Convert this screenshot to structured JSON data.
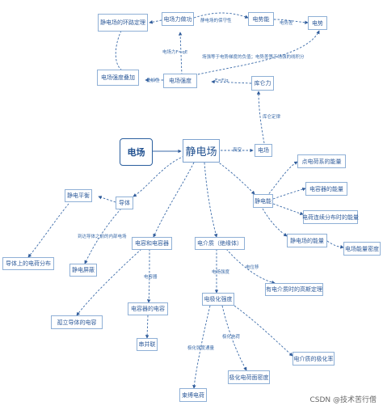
{
  "nodes": {
    "n1": "静电场的环路定理",
    "n2": "电场力做功",
    "n3": "电势能",
    "n4": "电势",
    "n5": "电场强度叠加",
    "n6": "电场强度",
    "n7": "库仑力",
    "n8": "电场",
    "n9": "电场",
    "n10": "静电场",
    "n11": "静电平衡",
    "n12": "导体",
    "n13": "导体上的电荷分布",
    "n14": "静电屏蔽",
    "n15": "电容和电容器",
    "n16": "孤立导体的电容",
    "n17": "电容器的电容",
    "n18": "串并联",
    "n19": "电介质（绝缘体）",
    "n20": "电极化强度",
    "n21": "有电介质时的高斯定理",
    "n22": "束缚电荷",
    "n23": "极化电荷面密度",
    "n24": "电介质的极化率",
    "n25": "静电能",
    "n26": "点电荷系的能量",
    "n27": "电容器的能量",
    "n28": "电荷连续分布时的能量",
    "n29": "静电场的能量",
    "n30": "电场能量密度"
  },
  "edge_labels": {
    "e1": "静电场的保守性",
    "e2": "电场力F=qE",
    "e3": "电势差",
    "e4": "场强等于电势梯度的负值；电势差等于场强的线积分",
    "e5": "叠加性",
    "e6": "E=F/q",
    "e7": "库仑定律",
    "e8": "真空",
    "e9": "到达导体之前的内部电场",
    "e10": "电容器",
    "e11": "电场强度",
    "e12": "电位移",
    "e13": "极化强度通量",
    "e14": "极化电荷"
  },
  "watermark": "CSDN @技术苦行僧"
}
